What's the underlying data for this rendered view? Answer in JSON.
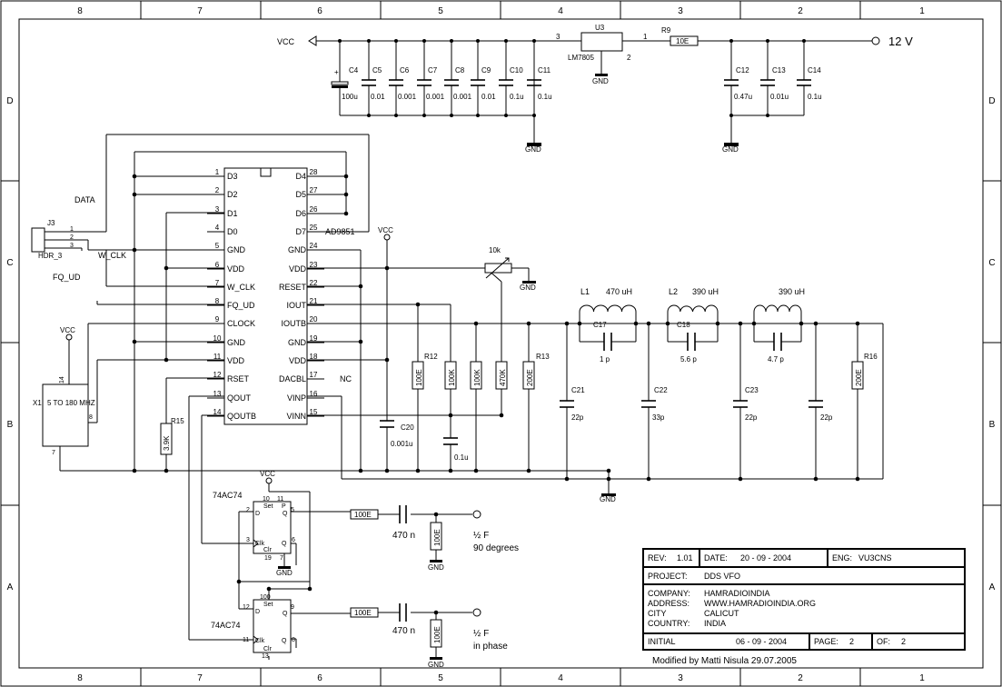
{
  "border": {
    "columns": [
      "8",
      "7",
      "6",
      "5",
      "4",
      "3",
      "2",
      "1"
    ],
    "rows": [
      "D",
      "C",
      "B",
      "A"
    ]
  },
  "supply": {
    "vcc": "VCC",
    "gnd": "GND",
    "input": "12 V",
    "regulator": {
      "ref": "U3",
      "part": "LM7805",
      "pin_in": "1",
      "pin_out": "3",
      "pin_gnd": "2"
    },
    "fuse_resistor": {
      "ref": "R9",
      "value": "10E"
    },
    "caps_left": [
      {
        "ref": "C4",
        "value": "100u"
      },
      {
        "ref": "C5",
        "value": "0.01"
      },
      {
        "ref": "C6",
        "value": "0.001"
      },
      {
        "ref": "C7",
        "value": "0.001"
      },
      {
        "ref": "C8",
        "value": "0.001"
      },
      {
        "ref": "C9",
        "value": "0.01"
      },
      {
        "ref": "C10",
        "value": "0.1u"
      },
      {
        "ref": "C11",
        "value": "0.1u"
      }
    ],
    "caps_right": [
      {
        "ref": "C12",
        "value": "0.47u"
      },
      {
        "ref": "C13",
        "value": "0.01u"
      },
      {
        "ref": "C14",
        "value": "0.1u"
      }
    ],
    "plus": "+"
  },
  "dds": {
    "name": "AD9851",
    "left_pins": [
      {
        "num": "1",
        "name": "D3"
      },
      {
        "num": "2",
        "name": "D2"
      },
      {
        "num": "3",
        "name": "D1"
      },
      {
        "num": "4",
        "name": "D0"
      },
      {
        "num": "5",
        "name": "GND"
      },
      {
        "num": "6",
        "name": "VDD"
      },
      {
        "num": "7",
        "name": "W_CLK"
      },
      {
        "num": "8",
        "name": "FQ_UD"
      },
      {
        "num": "9",
        "name": "CLOCK"
      },
      {
        "num": "10",
        "name": "GND"
      },
      {
        "num": "11",
        "name": "VDD"
      },
      {
        "num": "12",
        "name": "RSET"
      },
      {
        "num": "13",
        "name": "QOUT"
      },
      {
        "num": "14",
        "name": "QOUTB"
      }
    ],
    "right_pins": [
      {
        "num": "28",
        "name": "D4"
      },
      {
        "num": "27",
        "name": "D5"
      },
      {
        "num": "26",
        "name": "D6"
      },
      {
        "num": "25",
        "name": "D7"
      },
      {
        "num": "24",
        "name": "GND"
      },
      {
        "num": "23",
        "name": "VDD"
      },
      {
        "num": "22",
        "name": "RESET"
      },
      {
        "num": "21",
        "name": "IOUT"
      },
      {
        "num": "20",
        "name": "IOUTB"
      },
      {
        "num": "19",
        "name": "GND"
      },
      {
        "num": "18",
        "name": "VDD"
      },
      {
        "num": "17",
        "name": "DACBL"
      },
      {
        "num": "16",
        "name": "VINP"
      },
      {
        "num": "15",
        "name": "VINN"
      }
    ],
    "nc": "NC"
  },
  "connector": {
    "ref": "J3",
    "part": "HDR_3",
    "pins": [
      "1",
      "2",
      "3"
    ],
    "labels": {
      "data": "DATA",
      "wclk": "W_CLK",
      "fqud": "FQ_UD"
    }
  },
  "oscillator": {
    "ref": "X1",
    "desc": "5 TO 180 MHZ",
    "pin_vcc": "14",
    "pin_out": "8",
    "pin_gnd": "7",
    "vcc": "VCC"
  },
  "passives": {
    "R15": {
      "ref": "R15",
      "value": "3.9K"
    },
    "R12": {
      "ref": "R12",
      "value": "100E"
    },
    "R_a": {
      "value": "100K"
    },
    "R_b": {
      "value": "100K"
    },
    "R_c": {
      "value": "470K"
    },
    "R13": {
      "ref": "R13",
      "value": "200E"
    },
    "R16": {
      "ref": "R16",
      "value": "200E"
    },
    "pot": {
      "value": "10k"
    },
    "C20": {
      "ref": "C20",
      "value": "0.001u"
    },
    "C_vinn": {
      "value": "0.1u"
    }
  },
  "filter": {
    "inductors": [
      {
        "ref": "L1",
        "value": "470 uH"
      },
      {
        "ref": "L2",
        "value": "390 uH"
      },
      {
        "ref": "",
        "value": "390 uH"
      }
    ],
    "series_caps": [
      {
        "ref": "C17",
        "value": "1 p"
      },
      {
        "ref": "C18",
        "value": "5.6 p"
      },
      {
        "ref": "",
        "value": "4.7 p"
      }
    ],
    "shunt_caps": [
      {
        "ref": "C21",
        "value": "22p"
      },
      {
        "ref": "C22",
        "value": "33p"
      },
      {
        "ref": "C23",
        "value": "22p"
      },
      {
        "ref": "",
        "value": "22p"
      }
    ]
  },
  "flipflops": {
    "part": "74AC74",
    "vcc": "VCC",
    "ff1": {
      "pins": {
        "p10": "10",
        "p11": "11",
        "p2": "2",
        "p3": "3",
        "p5": "5",
        "p6": "6",
        "p19": "19",
        "p7": "7"
      }
    },
    "ff2": {
      "pins": {
        "p100": "100",
        "p12": "12",
        "p11": "11",
        "p9": "9",
        "p8": "8",
        "p13": "13"
      }
    },
    "labels": {
      "set": "Set",
      "clr": "Clr",
      "d": "D",
      "clk": "Clk",
      "q": "Q",
      "qb": "Q",
      "p": "P"
    }
  },
  "outputs": [
    {
      "resistor": "100E",
      "cap": "470 n",
      "shunt": "100E",
      "label": "½ F",
      "sub": "90 degrees"
    },
    {
      "resistor": "100E",
      "cap": "470 n",
      "shunt": "100E",
      "label": "½ F",
      "sub": "in phase"
    }
  ],
  "title_block": {
    "rev_label": "REV:",
    "rev": "1.01",
    "date_label": "DATE:",
    "date": "20 - 09 - 2004",
    "eng_label": "ENG:",
    "eng": "VU3CNS",
    "project_label": "PROJECT:",
    "project": "DDS VFO",
    "company_label": "COMPANY:",
    "company": "HAMRADIOINDIA",
    "address_label": "ADDRESS:",
    "address": "WWW.HAMRADIOINDIA.ORG",
    "city_label": "CITY",
    "city": "CALICUT",
    "country_label": "COUNTRY:",
    "country": "INDIA",
    "initial_label": "INITIAL",
    "initial_date": "06 - 09 - 2004",
    "page_label": "PAGE:",
    "page": "2",
    "of_label": "OF:",
    "of": "2",
    "modified": "Modified by Matti Nisula 29.07.2005"
  }
}
